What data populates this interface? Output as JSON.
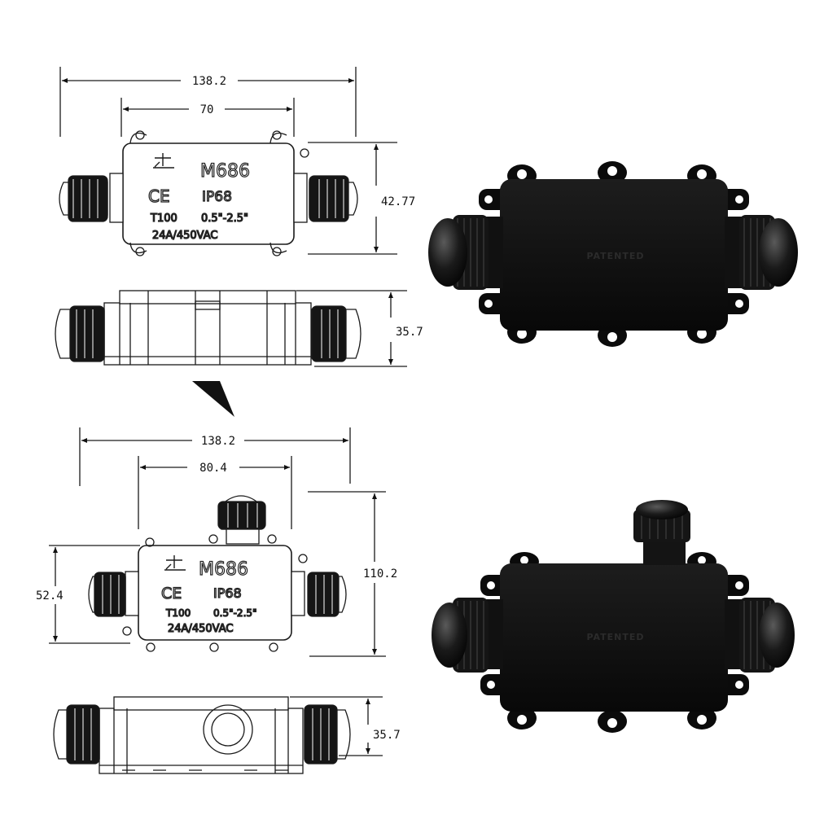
{
  "drawing_1": {
    "overall_width": "138.2",
    "body_width": "70",
    "height_top": "42.77",
    "height_side": "35.7",
    "model": "M686",
    "ce": "CE",
    "rating": "IP68",
    "temp": "T100",
    "cable_range": "0.5\"-2.5\"",
    "electrical": "24A/450VAC"
  },
  "drawing_2": {
    "overall_width": "138.2",
    "body_width": "80.4",
    "height_top": "110.2",
    "height_body": "52.4",
    "height_side": "35.7",
    "model": "M686",
    "ce": "CE",
    "rating": "IP68",
    "temp": "T100",
    "cable_range": "0.5\"-2.5\"",
    "electrical": "24A/450VAC"
  },
  "photo_1": {
    "embossed_text": "PATENTED"
  },
  "photo_2": {
    "embossed_text": "PATENTED"
  },
  "colors": {
    "line": "#1a1a1a",
    "product": "#0d0d0d",
    "background": "#ffffff"
  }
}
